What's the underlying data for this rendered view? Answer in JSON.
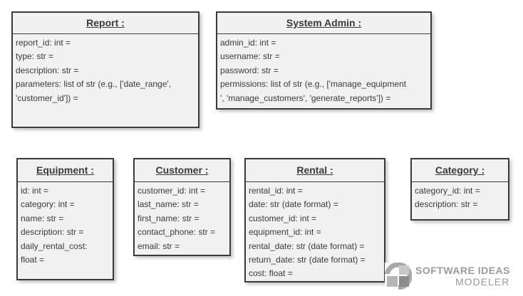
{
  "classes": {
    "report": {
      "name": "Report :",
      "attributes": [
        "report_id: int =",
        "type: str =",
        "description: str =",
        "parameters: list of str (e.g., ['date_range',",
        "'customer_id']) ="
      ]
    },
    "system_admin": {
      "name": "System Admin :",
      "attributes": [
        "admin_id: int =",
        "username: str =",
        "password: str =",
        "permissions: list of str (e.g., ['manage_equipment",
        "', 'manage_customers', 'generate_reports']) ="
      ]
    },
    "equipment": {
      "name": "Equipment :",
      "attributes": [
        "id: int =",
        "category: int =",
        "name: str =",
        "description: str =",
        "daily_rental_cost:",
        "float ="
      ]
    },
    "customer": {
      "name": "Customer :",
      "attributes": [
        "customer_id: int =",
        "last_name: str =",
        "first_name: str =",
        "contact_phone: str =",
        "email: str ="
      ]
    },
    "rental": {
      "name": "Rental :",
      "attributes": [
        "rental_id: int =",
        "date: str (date format) =",
        "customer_id: int =",
        "equipment_id: int =",
        "rental_date: str (date format) =",
        "return_date: str (date format) =",
        "cost: float ="
      ]
    },
    "category": {
      "name": "Category :",
      "attributes": [
        "category_id: int =",
        "description: str ="
      ]
    }
  },
  "watermark": {
    "line1": "SOFTWARE IDEAS",
    "line2": "MODELER",
    "icon": "software-ideas-logo-icon"
  },
  "colors": {
    "box_fill": "#f1f1f1",
    "border": "#3a3a3a",
    "text": "#3a3a3a",
    "watermark": "#9a9a9a"
  }
}
